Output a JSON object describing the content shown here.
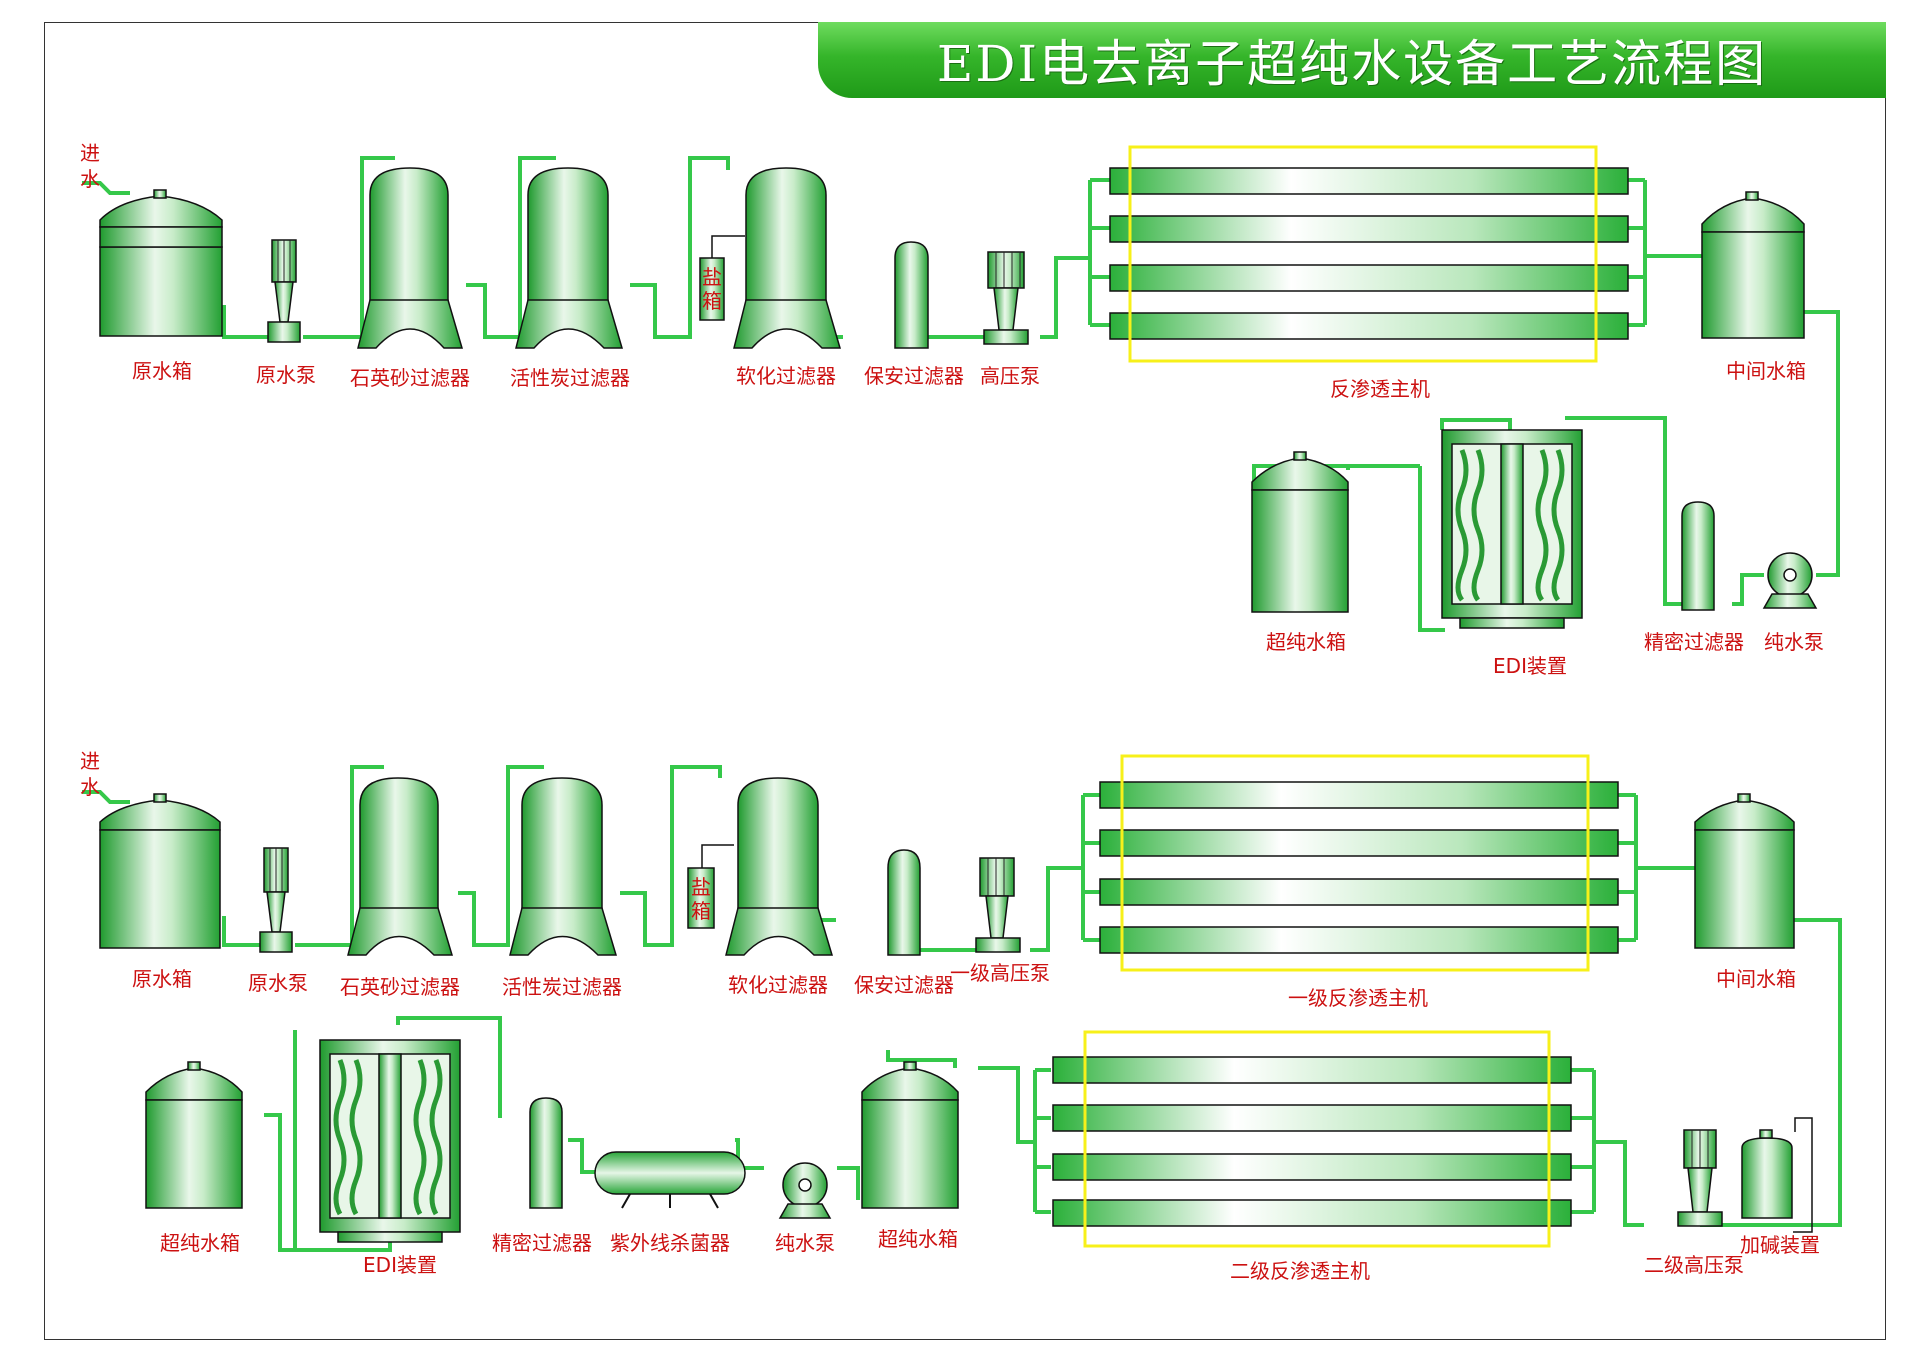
{
  "title": "EDI电去离子超纯水设备工艺流程图",
  "colors": {
    "pipe": "#35c84a",
    "equip_dark": "#2da83a",
    "equip_light": "#ffffff",
    "label": "#cc1111",
    "frame": "#1b8f1b",
    "highlight": "#f7f01a"
  },
  "top": {
    "inlet": "进水",
    "labels": [
      "原水箱",
      "原水泵",
      "石英砂过滤器",
      "活性炭过滤器",
      "软化过滤器",
      "保安过滤器",
      "高压泵",
      "反渗透主机",
      "中间水箱",
      "超纯水箱",
      "EDI装置",
      "精密过滤器",
      "纯水泵"
    ],
    "salt_box": "盐箱"
  },
  "bottom": {
    "inlet": "进水",
    "labels": [
      "原水箱",
      "原水泵",
      "石英砂过滤器",
      "活性炭过滤器",
      "软化过滤器",
      "保安过滤器",
      "一级高压泵",
      "一级反渗透主机",
      "中间水箱",
      "超纯水箱",
      "EDI装置",
      "精密过滤器",
      "紫外线杀菌器",
      "纯水泵",
      "超纯水箱",
      "二级反渗透主机",
      "二级高压泵",
      "加碱装置"
    ],
    "salt_box": "盐箱"
  }
}
